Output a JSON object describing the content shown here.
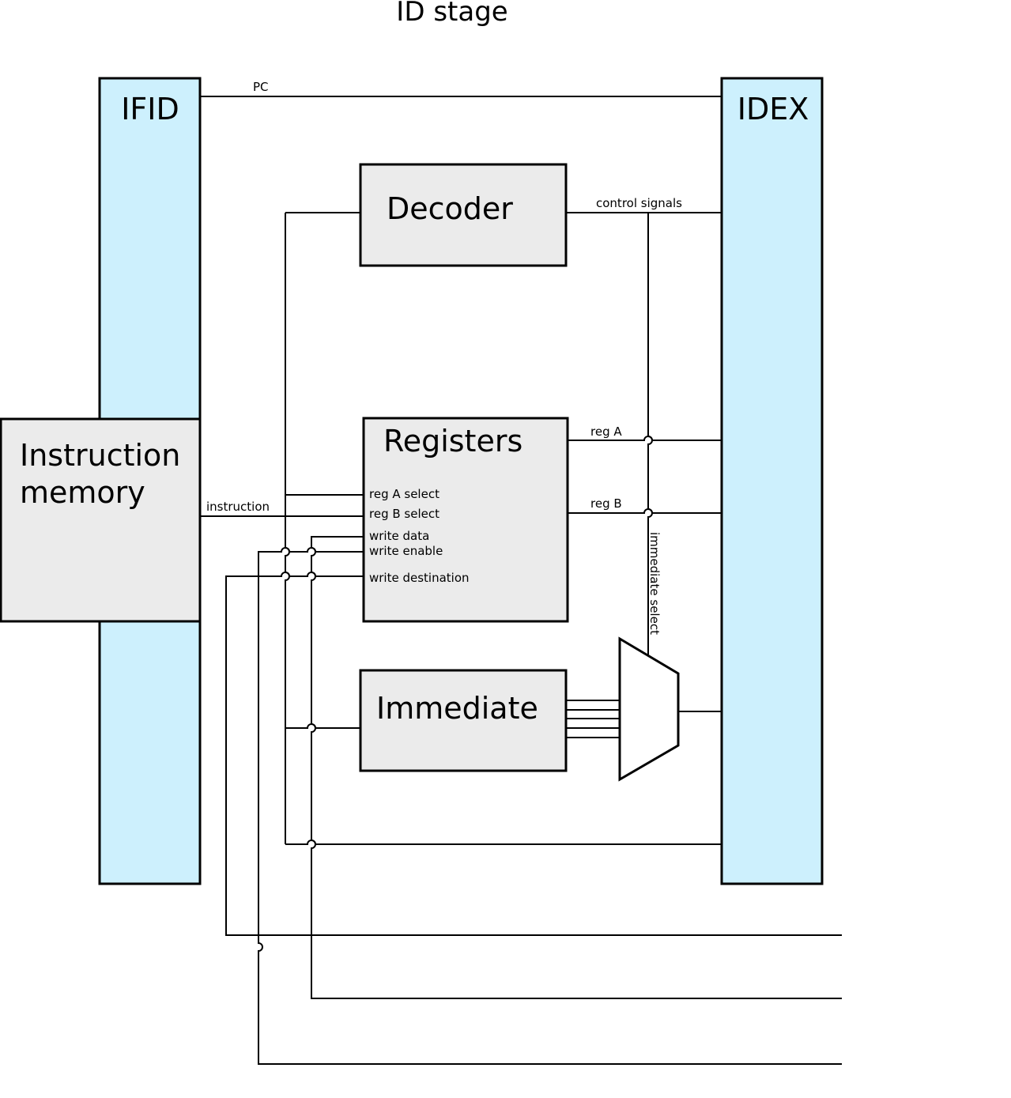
{
  "title": "ID stage",
  "blocks": {
    "ifid": "IFID",
    "idex": "IDEX",
    "instruction_memory": [
      "Instruction",
      "memory"
    ],
    "decoder": "Decoder",
    "registers": "Registers",
    "immediate": "Immediate"
  },
  "signals": {
    "pc": "PC",
    "control_signals": "control signals",
    "instruction": "instruction",
    "reg_a": "reg A",
    "reg_b": "reg B",
    "immediate_select": "immediate select"
  },
  "register_ports": {
    "reg_a_select": "reg A select",
    "reg_b_select": "reg B select",
    "write_data": "write data",
    "write_enable": "write enable",
    "write_destination": "write destination"
  },
  "colors": {
    "pipeline_register": "#cdf0fd",
    "component": "#ebebeb"
  }
}
